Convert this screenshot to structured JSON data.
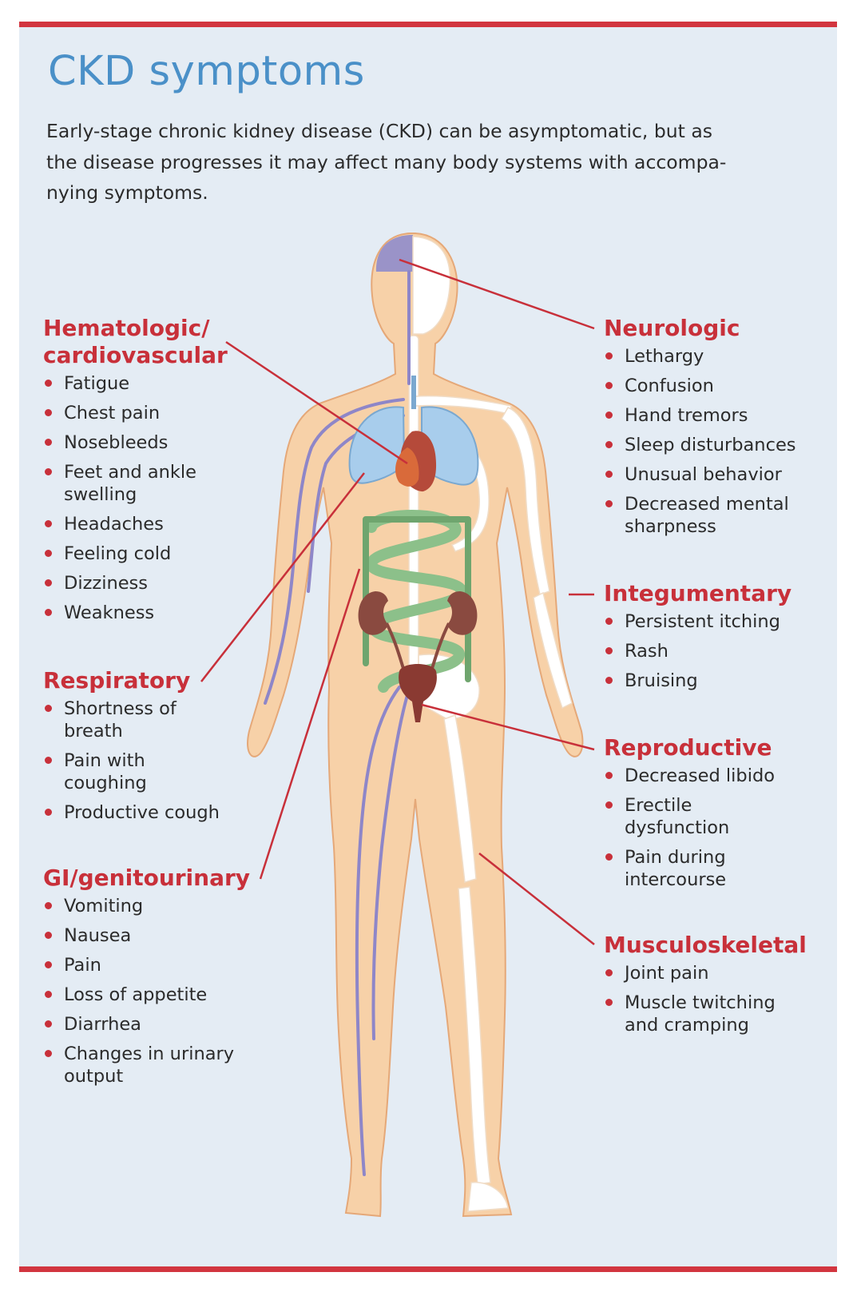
{
  "title": "CKD symptoms",
  "intro": [
    "Early-stage chronic kidney disease (CKD) can be asymptomatic, but as",
    "the disease progresses it may affect many body systems with accompa-",
    "nying symptoms."
  ],
  "colors": {
    "accent": "#d2353f",
    "heading": "#c8303a",
    "title": "#4a90c8",
    "background": "#e4ecf4",
    "skin": "#f7d1a8",
    "bone": "#ffffff",
    "intestine": "#8cc08a",
    "lungs": "#a8cdec",
    "heart": "#b54a3a",
    "brain": "#9a93c8",
    "kidney": "#8a4a40"
  },
  "groups": {
    "hematologic": {
      "title": [
        "Hematologic/",
        "cardiovascular"
      ],
      "items": [
        "Fatigue",
        "Chest pain",
        "Nosebleeds",
        "Feet and ankle|swelling",
        "Headaches",
        "Feeling cold",
        "Dizziness",
        "Weakness"
      ]
    },
    "respiratory": {
      "title": [
        "Respiratory"
      ],
      "items": [
        "Shortness of|breath",
        "Pain with|coughing",
        "Productive cough"
      ]
    },
    "gi": {
      "title": [
        "GI/genitourinary"
      ],
      "items": [
        "Vomiting",
        "Nausea",
        "Pain",
        "Loss of appetite",
        "Diarrhea",
        "Changes in urinary|output"
      ]
    },
    "neurologic": {
      "title": [
        "Neurologic"
      ],
      "items": [
        "Lethargy",
        "Confusion",
        "Hand tremors",
        "Sleep disturbances",
        "Unusual behavior",
        "Decreased mental|sharpness"
      ]
    },
    "integumentary": {
      "title": [
        "Integumentary"
      ],
      "items": [
        "Persistent itching",
        "Rash",
        "Bruising"
      ]
    },
    "reproductive": {
      "title": [
        "Reproductive"
      ],
      "items": [
        "Decreased libido",
        "Erectile|dysfunction",
        "Pain during|intercourse"
      ]
    },
    "musculoskeletal": {
      "title": [
        "Musculoskeletal"
      ],
      "items": [
        "Joint pain",
        "Muscle twitching|and cramping"
      ]
    }
  }
}
